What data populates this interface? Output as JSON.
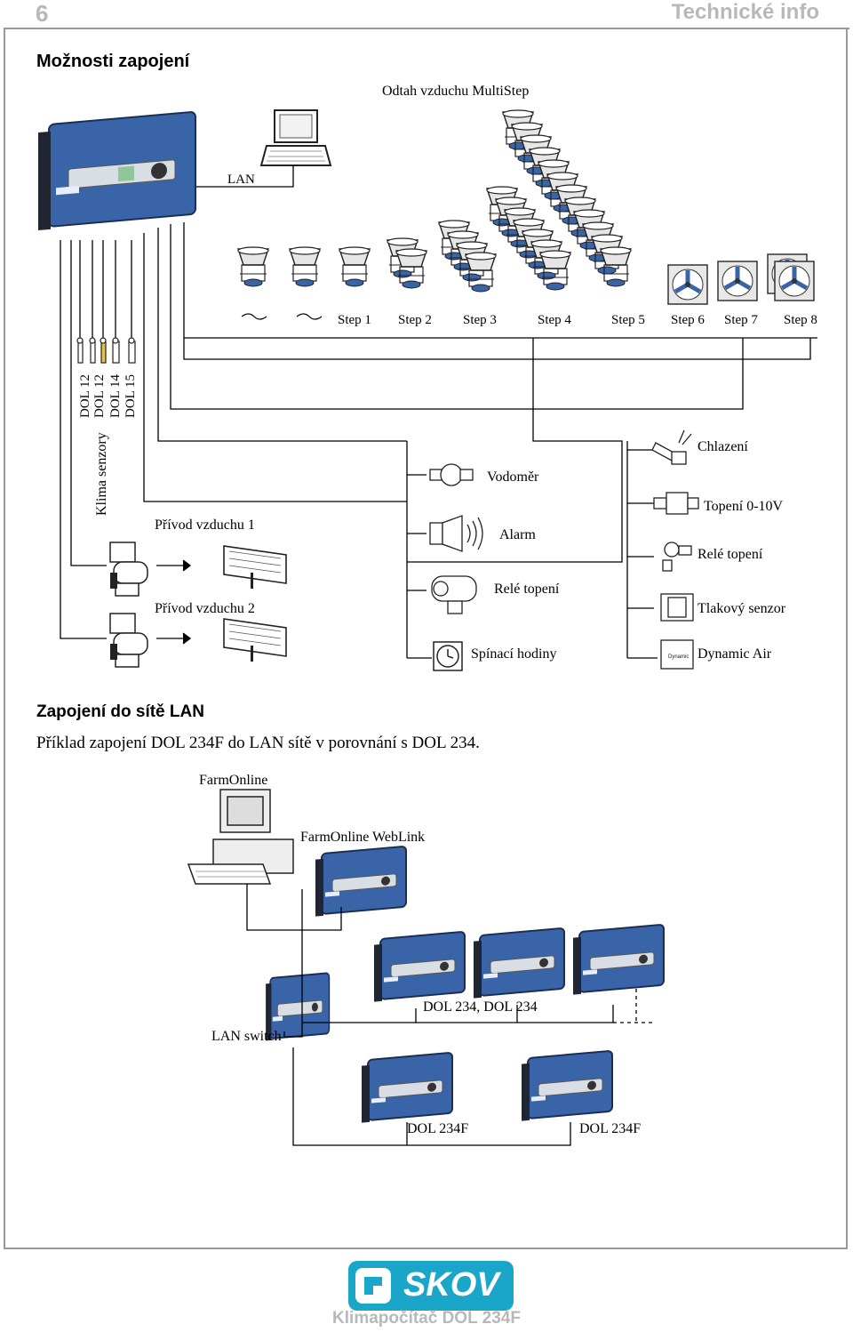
{
  "header": {
    "page_number": "6",
    "section_title": "Technické info"
  },
  "section1": {
    "title": "Možnosti zapojení",
    "exhaust_label": "Odtah vzduchu MultiStep",
    "lan_label": "LAN",
    "steps": [
      "Step 1",
      "Step 2",
      "Step 3",
      "Step 4",
      "Step 5",
      "Step 6",
      "Step 7",
      "Step 8"
    ],
    "sensors": [
      "DOL 12",
      "DOL 12",
      "DOL 14",
      "DOL 15"
    ],
    "sensors_caption": "Klima senzory",
    "inlet1": "Přívod vzduchu 1",
    "inlet2": "Přívod vzduchu 2",
    "water_meter": "Vodoměr",
    "alarm": "Alarm",
    "relay_heat_mid": "Relé topení",
    "timer": "Spínací hodiny",
    "cooling": "Chlazení",
    "heat_0_10": "Topení 0-10V",
    "relay_heat_right": "Relé topení",
    "pressure_sensor": "Tlakový senzor",
    "dynamic_air": "Dynamic Air"
  },
  "section2": {
    "title": "Zapojení do sítě LAN",
    "description": "Příklad zapojení DOL 234F do LAN sítě v porovnání s DOL 234.",
    "farmonline": "FarmOnline",
    "weblink": "FarmOnline WebLink",
    "lan_switch": "LAN switch",
    "dol234": "DOL 234, DOL 234",
    "dol234f_1": "DOL 234F",
    "dol234f_2": "DOL 234F"
  },
  "footer": {
    "logo_text": "SKOV",
    "product": "Klimapočítač DOL 234F"
  },
  "colors": {
    "controller_blue": "#3a64a8",
    "header_gray": "#b8b8b8",
    "logo_cyan": "#1aa6c9"
  }
}
